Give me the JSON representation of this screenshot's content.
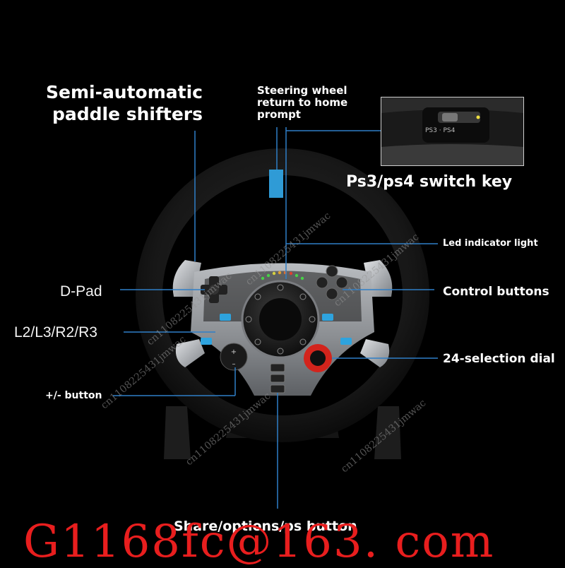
{
  "labels": {
    "paddle_shifters": "Semi-automatic paddle shifters",
    "home_prompt": "Steering wheel return to home prompt",
    "switch_key": "Ps3/ps4 switch key",
    "led": "Led indicator light",
    "dpad": "D-Pad",
    "control_buttons": "Control buttons",
    "l2r3": "L2/L3/R2/R3",
    "dial": "24-selection dial",
    "plus_minus": "+/- button",
    "share": "Share/options/ps button"
  },
  "inset": {
    "switch_text": "PS3 · PS4"
  },
  "watermark": {
    "text": "cn1108225431jmwac"
  },
  "footer": {
    "email": "G1168fc@163. com"
  },
  "colors": {
    "accent_line": "#2f7fc7",
    "email_red": "#e81e1e",
    "dial_red": "#d3241c"
  }
}
